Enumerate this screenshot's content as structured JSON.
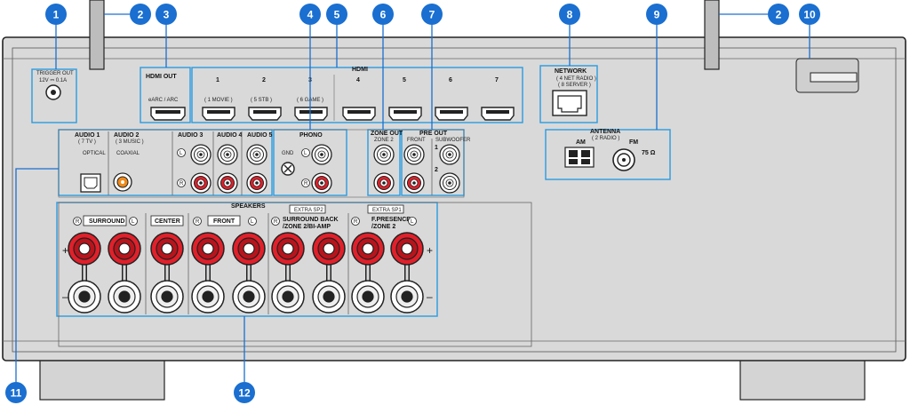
{
  "callouts": [
    "1",
    "2",
    "3",
    "4",
    "5",
    "6",
    "7",
    "8",
    "9",
    "10",
    "11",
    "12"
  ],
  "colors": {
    "callout": "#1a6fd0",
    "panel": "#d9d9d9",
    "frame": "#2a9be0",
    "red": "#e0202a"
  },
  "trigger": {
    "title": "TRIGGER OUT",
    "spec": "12V ⎓ 0.1A"
  },
  "hdmi_out": {
    "title": "HDMI OUT",
    "sub": "eARC / ARC"
  },
  "hdmi": {
    "title": "HDMI",
    "inputs": [
      {
        "num": "1",
        "sub": "( 1 MOVIE )"
      },
      {
        "num": "2",
        "sub": "( 5 STB )"
      },
      {
        "num": "3",
        "sub": "( 6 GAME )"
      },
      {
        "num": "4",
        "sub": ""
      },
      {
        "num": "5",
        "sub": ""
      },
      {
        "num": "6",
        "sub": ""
      },
      {
        "num": "7",
        "sub": ""
      }
    ]
  },
  "network": {
    "title": "NETWORK",
    "sub1": "( 4 NET RADIO )",
    "sub2": "( 8 SERVER )"
  },
  "antenna": {
    "title": "ANTENNA",
    "sub": "( 2 RADIO )",
    "am": "AM",
    "fm": "FM",
    "fm_ohm": "75 Ω"
  },
  "audio": {
    "a1": "AUDIO 1",
    "a1sub": "( 7 TV )",
    "optical": "OPTICAL",
    "a2": "AUDIO 2",
    "a2sub": "( 3 MUSIC )",
    "coaxial": "COAXIAL",
    "a3": "AUDIO 3",
    "a4": "AUDIO 4",
    "a5": "AUDIO 5"
  },
  "phono": {
    "title": "PHONO",
    "gnd": "GND"
  },
  "channel": {
    "l": "L",
    "r": "R"
  },
  "zone_out": {
    "title": "ZONE OUT",
    "sub": "ZONE 2"
  },
  "pre_out": {
    "title": "PRE OUT",
    "front": "FRONT",
    "sub": "SUBWOOFER",
    "s1": "1",
    "s2": "2"
  },
  "speakers": {
    "title": "SPEAKERS",
    "surround": "SURROUND",
    "center": "CENTER",
    "front": "FRONT",
    "extra1": "EXTRA SP2",
    "sb1": "SURROUND BACK",
    "sb2": "/ZONE 2/BI-AMP",
    "extra2": "EXTRA SP1",
    "fp1": "F.PRESENCE",
    "fp2": "/ZONE 2",
    "plus": "+",
    "minus": "–"
  }
}
